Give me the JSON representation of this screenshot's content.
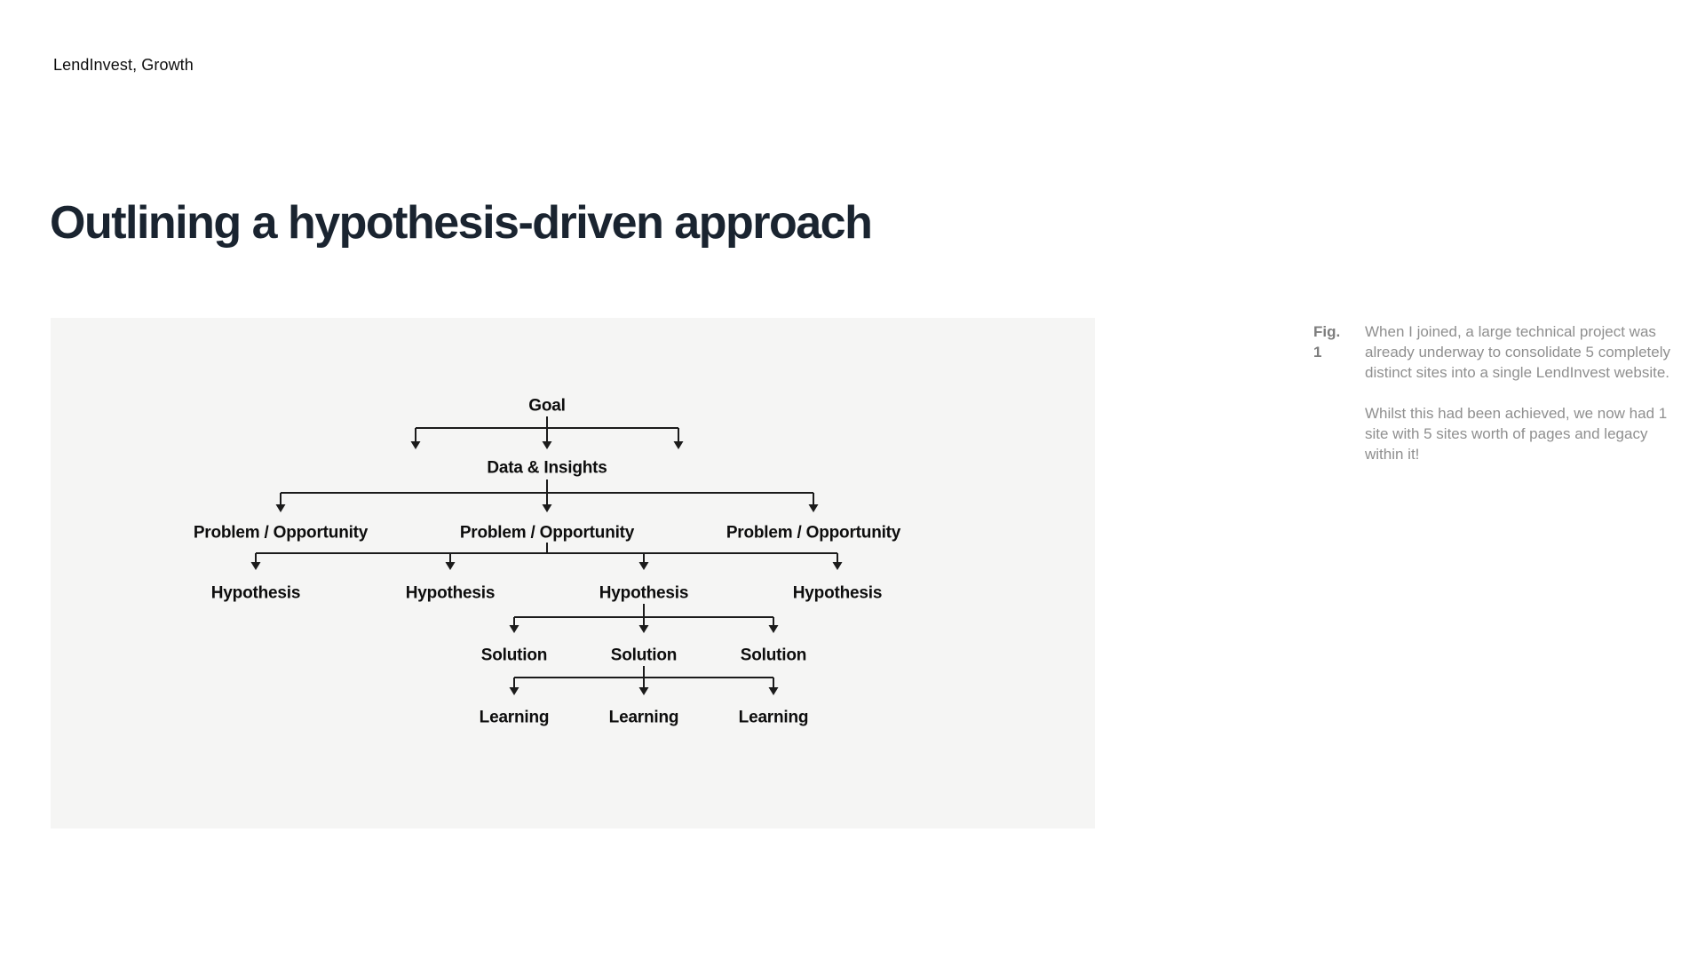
{
  "header": {
    "brand": "LendInvest, Growth",
    "title": "Outlining a hypothesis-driven approach"
  },
  "diagram": {
    "type": "tree",
    "nodes": {
      "goal": "Goal",
      "data_insights": "Data & Insights",
      "problem_opportunity": "Problem / Opportunity",
      "hypothesis": "Hypothesis",
      "solution": "Solution",
      "learning": "Learning"
    },
    "structure": [
      {
        "level": 1,
        "label": "Goal",
        "count": 1
      },
      {
        "level": 2,
        "label": "Data & Insights",
        "count": 1
      },
      {
        "level": 3,
        "label": "Problem / Opportunity",
        "count": 3
      },
      {
        "level": 4,
        "label": "Hypothesis",
        "count": 4
      },
      {
        "level": 5,
        "label": "Solution",
        "count": 3
      },
      {
        "level": 6,
        "label": "Learning",
        "count": 3
      }
    ],
    "colors": {
      "panel_background": "#f5f5f4",
      "line": "#1b1b1b",
      "text": "#0d0d0d"
    }
  },
  "caption": {
    "label": "Fig. 1",
    "paragraphs": [
      "When I joined, a large technical project was already underway to consolidate 5 completely distinct sites into a single LendInvest website.",
      "Whilst this had been achieved, we now had 1 site with 5 sites worth of pages and legacy within it!"
    ],
    "colors": {
      "label": "#7d7d7d",
      "text": "#8f8f8f"
    }
  },
  "colors": {
    "page_background": "#ffffff",
    "heading": "#1a2430"
  }
}
